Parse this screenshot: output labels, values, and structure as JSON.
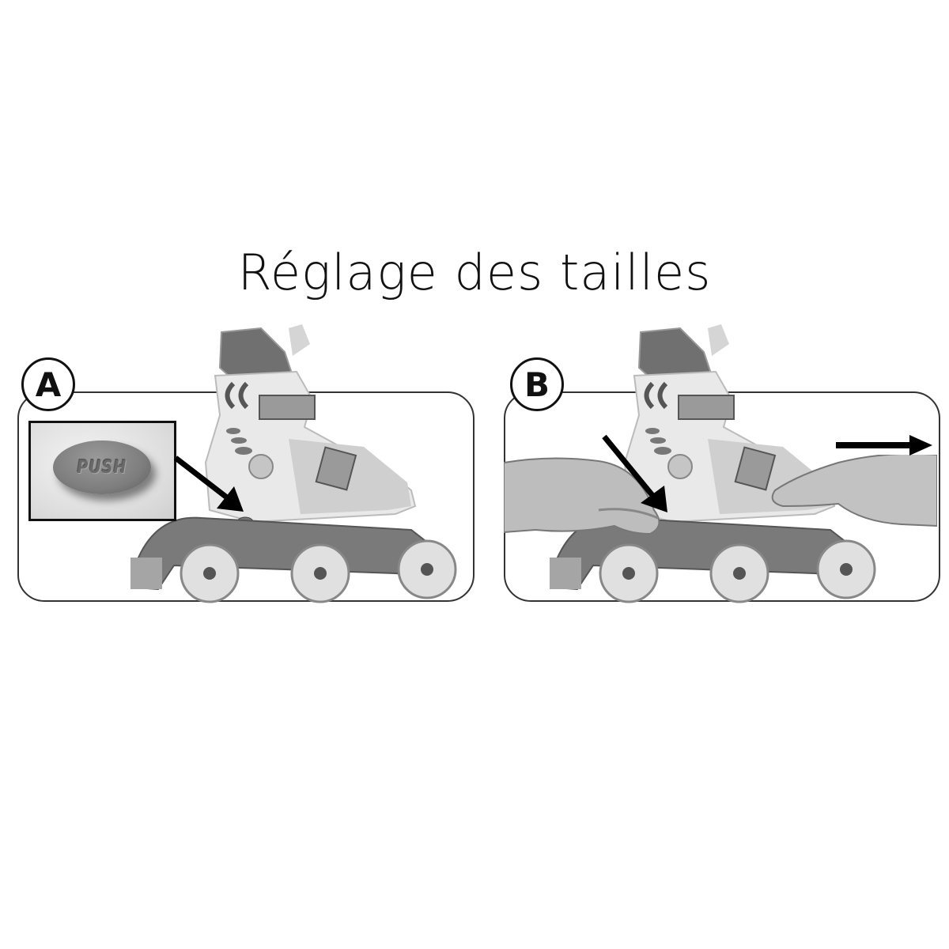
{
  "title": "Réglage des tailles",
  "panels": [
    {
      "label": "A",
      "description": "Inline skate with inset close-up of PUSH button; arrow points to button on the side of the boot",
      "inset": {
        "button_text": "PUSH"
      }
    },
    {
      "label": "B",
      "description": "Two hands holding skate: one thumb presses PUSH button (diagonal arrow), the other pulls the toe forward (horizontal arrow to the right)"
    }
  ],
  "colors": {
    "background": "#ffffff",
    "outline": "#111111",
    "boot_light": "#e6e6e6",
    "boot_dark": "#6e6e6e",
    "frame_grey": "#7a7a7a",
    "skin": "#bdbdbd"
  }
}
